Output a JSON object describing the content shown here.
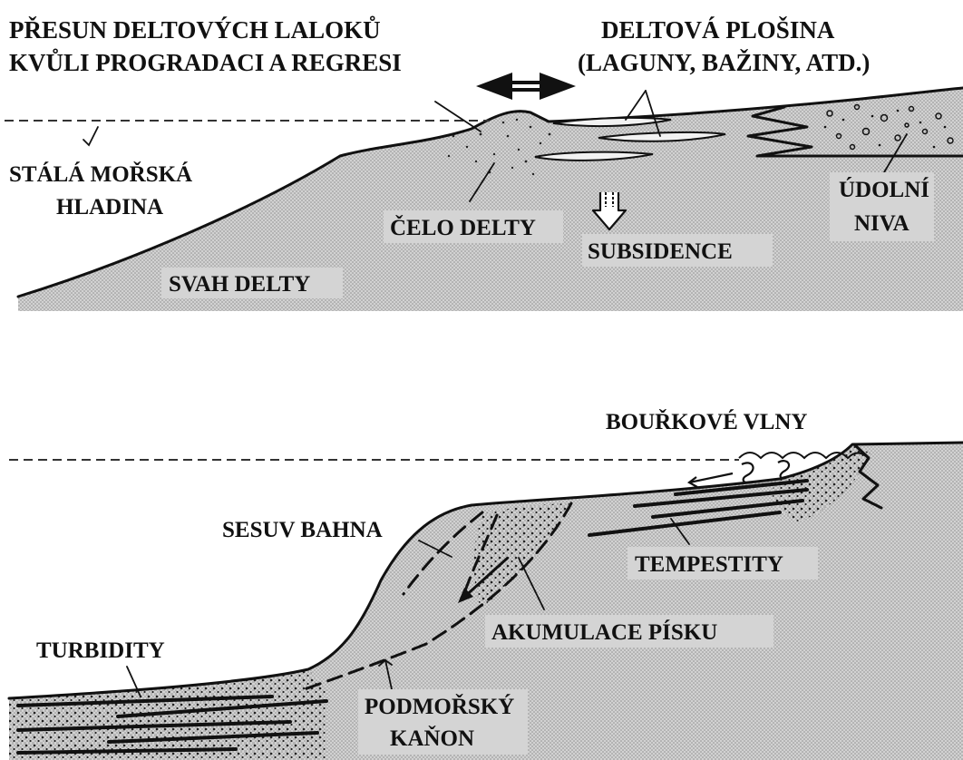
{
  "top_diagram": {
    "labels": {
      "lobe_shift_line1": "PŘESUN DELTOVÝCH LALOKŮ",
      "lobe_shift_line2": "KVŮLI PROGRADACI A REGRESI",
      "delta_plain_line1": "DELTOVÁ PLOŠINA",
      "delta_plain_line2": "(LAGUNY, BAŽINY, ATD.)",
      "sea_level_line1": "STÁLÁ MOŘSKÁ",
      "sea_level_line2": "HLADINA",
      "delta_front": "ČELO DELTY",
      "subsidence": "SUBSIDENCE",
      "floodplain_line1": "ÚDOLNÍ",
      "floodplain_line2": "NIVA",
      "delta_slope": "SVAH DELTY"
    }
  },
  "bottom_diagram": {
    "labels": {
      "storm_waves": "BOUŘKOVÉ VLNY",
      "mud_slide": "SESUV BAHNA",
      "tempestites": "TEMPESTITY",
      "turbidites": "TURBIDITY",
      "sand_accumulation": "AKUMULACE PÍSKU",
      "canyon_line1": "PODMOŘSKÝ",
      "canyon_line2": "KAŇON"
    }
  },
  "colors": {
    "sediment_fill": "#c9c9c9",
    "label_plate": "#d4d4d4",
    "ink": "#111111",
    "background": "#ffffff"
  }
}
